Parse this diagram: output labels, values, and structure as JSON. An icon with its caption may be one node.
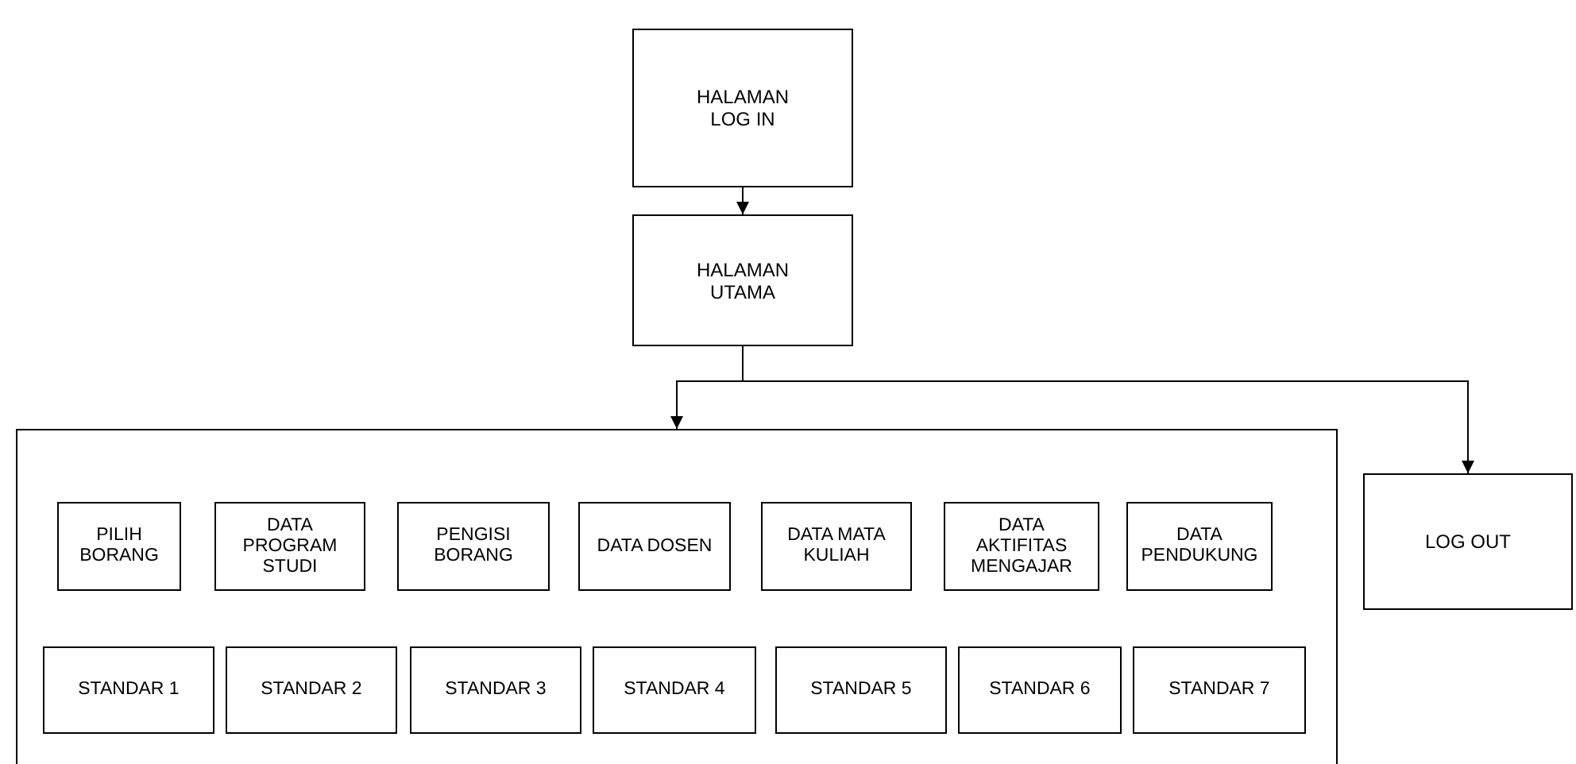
{
  "diagram": {
    "nodes": [
      {
        "text": [
          "HALAMAN LOG IN"
        ]
      },
      {
        "text": [
          "HALAMAN UTAMA"
        ]
      },
      {
        "text": [],
        "shape": "box"
      },
      {
        "text": [
          "PILIH BORANG"
        ],
        "in": 2
      },
      {
        "text": [
          "DATA PROGRAM STUDI"
        ],
        "in": 2
      },
      {
        "text": [
          "PENGISI BORANG"
        ],
        "in": 2
      },
      {
        "text": [
          "DATA DOSEN"
        ],
        "in": 2
      },
      {
        "text": [
          "DATA MATA KULIAH"
        ],
        "in": 2
      },
      {
        "text": [
          "DATA AKTIFITAS MENGAJAR"
        ],
        "in": 2
      },
      {
        "text": [
          "DATA PENDUKUNG"
        ],
        "in": 2
      },
      {
        "text": [
          "STANDAR 1"
        ],
        "in": 2
      },
      {
        "text": [
          "STANDAR 2"
        ],
        "in": 2
      },
      {
        "text": [
          "STANDAR 3"
        ],
        "in": 2
      },
      {
        "text": [
          "STANDAR 4"
        ],
        "in": 2
      },
      {
        "text": [
          "STANDAR 5"
        ],
        "in": 2
      },
      {
        "text": [
          "STANDAR 6"
        ],
        "in": 2
      },
      {
        "text": [
          "STANDAR 7"
        ],
        "in": 2
      },
      {
        "text": [
          "LOG OUT"
        ]
      }
    ],
    "edges": [
      {
        "from": 0,
        "to": 1,
        "arrow": "to"
      },
      {
        "from": 1,
        "to": 2,
        "arrow": "to"
      },
      {
        "from": 1,
        "to": 17,
        "arrow": "to"
      }
    ]
  }
}
